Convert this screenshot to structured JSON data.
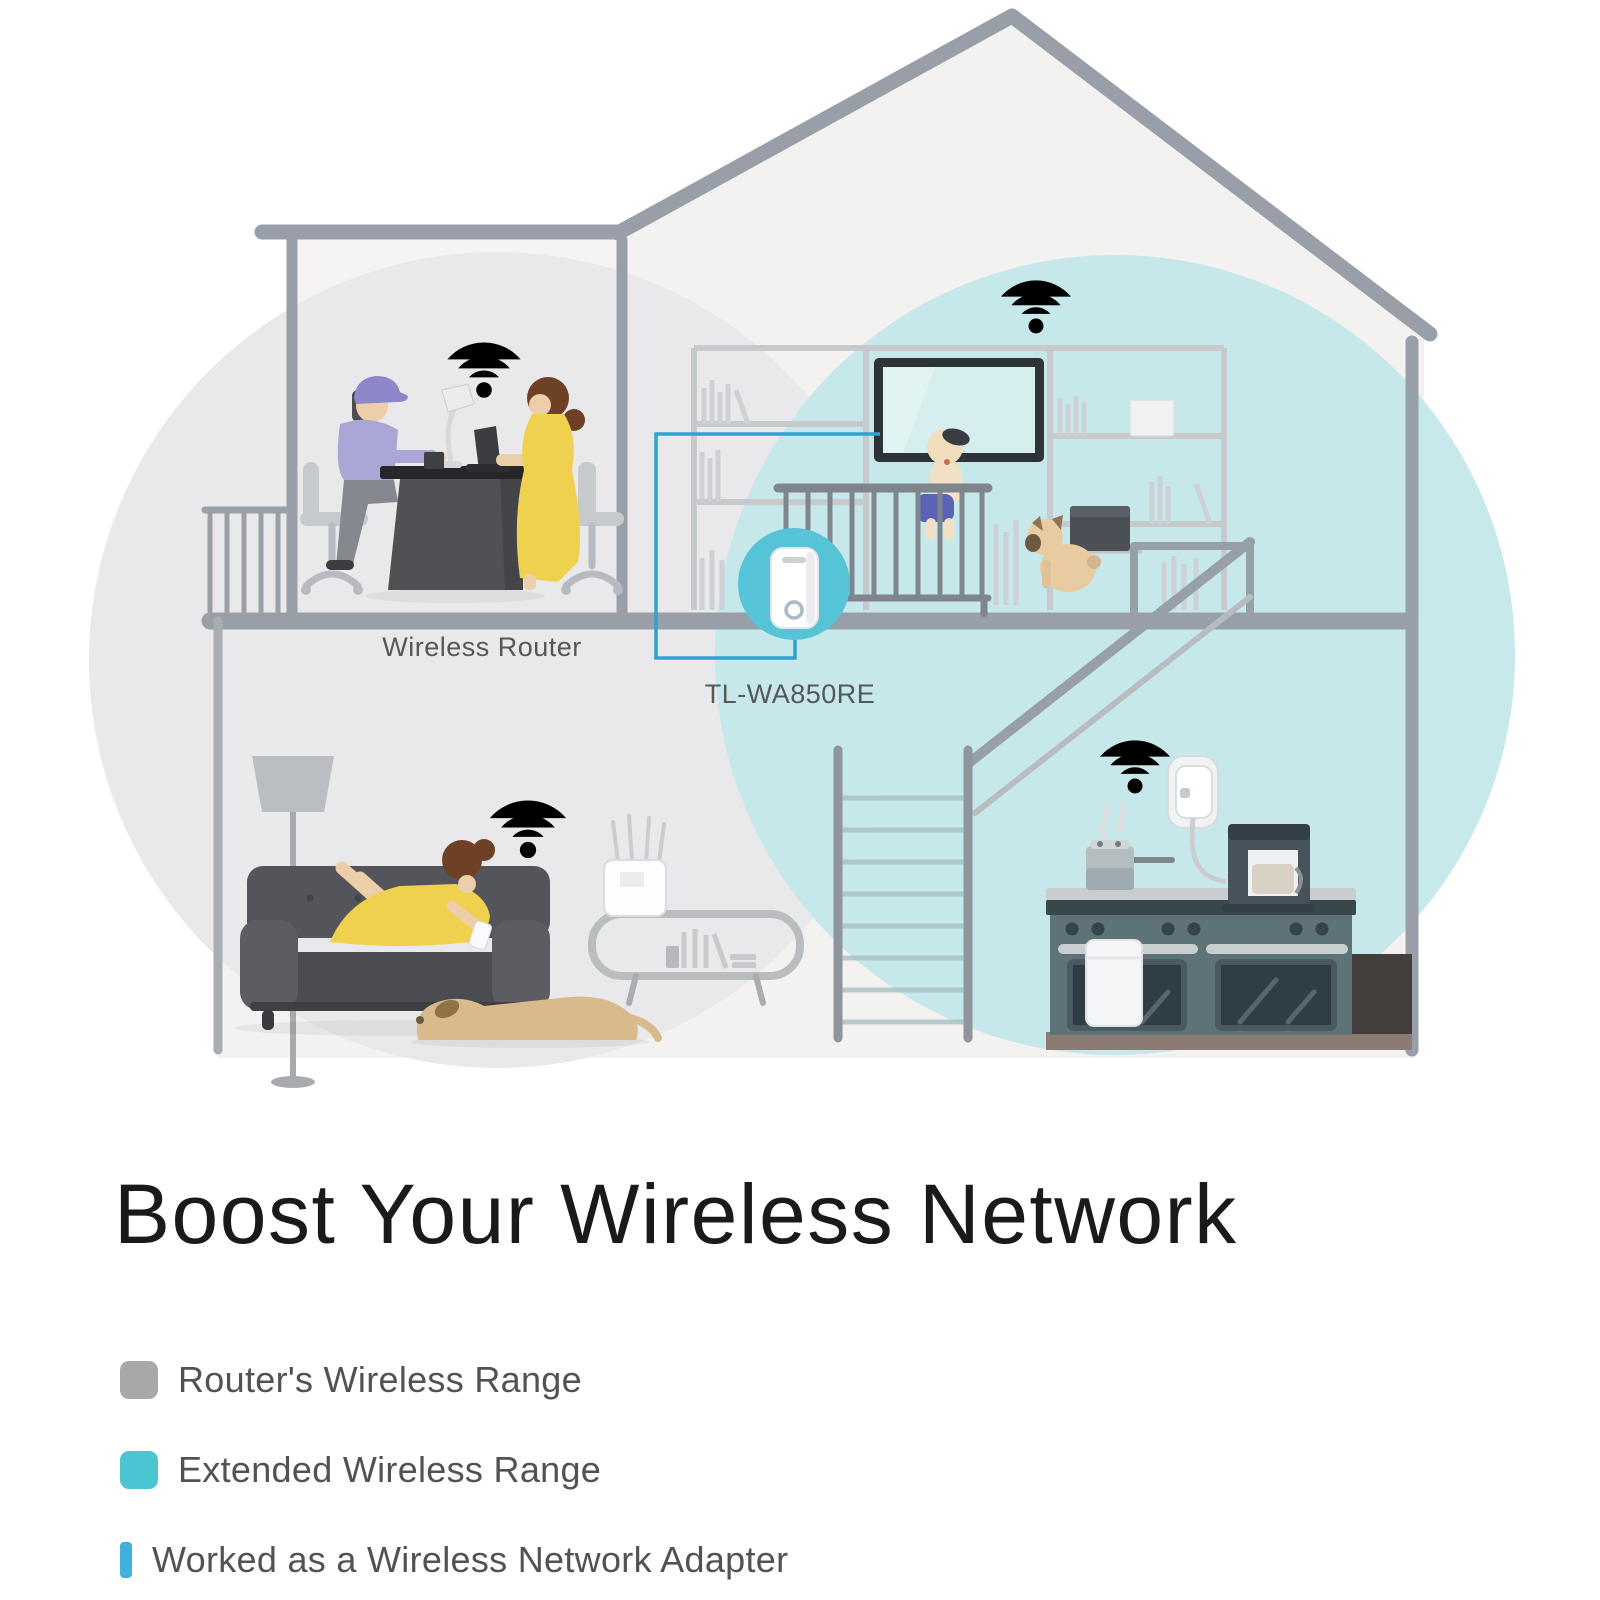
{
  "heading": "Boost Your Wireless Network",
  "house": {
    "router_label": "Wireless Router",
    "extender_label": "TL-WA850RE"
  },
  "legend": {
    "items": [
      {
        "id": "router-range",
        "label": "Router's Wireless Range",
        "color": "#a7a8aa",
        "shape": "square"
      },
      {
        "id": "extended-range",
        "label": "Extended Wireless Range",
        "color": "#4cc5d2",
        "shape": "square"
      },
      {
        "id": "network-adapter",
        "label": "Worked as a Wireless Network Adapter",
        "color": "#41b0dd",
        "shape": "bar"
      }
    ]
  },
  "palette": {
    "wall": "#999fa8",
    "wallLight": "#a9aeb2",
    "rangeGray": "#e9e8ea",
    "rangeTeal": "#c3e7ea",
    "extenderTeal": "#57c3d7",
    "callout": "#2fa3cf",
    "wifiBlue": "#2b96d2",
    "wifiYellow": "#f0c419",
    "labelText": "#55575a",
    "titleText": "#1a1a1a",
    "legendText": "#515254"
  }
}
